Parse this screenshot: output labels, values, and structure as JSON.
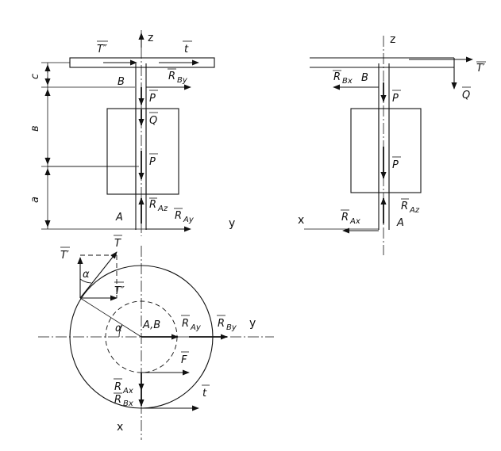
{
  "labels": {
    "front": {
      "z": "z",
      "T2": "T″",
      "t": "t",
      "c": "c",
      "B": "B",
      "RBy": "R",
      "RBy_sub": "By",
      "P1": "P",
      "Q": "Q",
      "b": "в",
      "P2": "P",
      "a": "a",
      "A": "A",
      "RAz": "R",
      "RAz_sub": "Az",
      "RAy": "R",
      "RAy_sub": "Ay",
      "y": "y"
    },
    "side": {
      "z": "z",
      "T1": "T′",
      "RBx": "R",
      "RBx_sub": "Bx",
      "B": "B",
      "P1": "P",
      "Q": "Q",
      "P2": "P",
      "x": "x",
      "RAx": "R",
      "RAx_sub": "Ax",
      "RAz": "R",
      "RAz_sub": "Az",
      "A": "A"
    },
    "top": {
      "T1": "T′",
      "T": "T",
      "alpha1": "α",
      "T2": "T″",
      "alpha2": "α",
      "AB": "A,B",
      "RAy": "R",
      "RAy_sub": "Ay",
      "RBy": "R",
      "RBy_sub": "By",
      "y": "y",
      "F": "F",
      "RAx": "R",
      "RAx_sub": "Ax",
      "RBx": "R",
      "RBx_sub": "Bx",
      "t": "t",
      "x": "x"
    }
  }
}
